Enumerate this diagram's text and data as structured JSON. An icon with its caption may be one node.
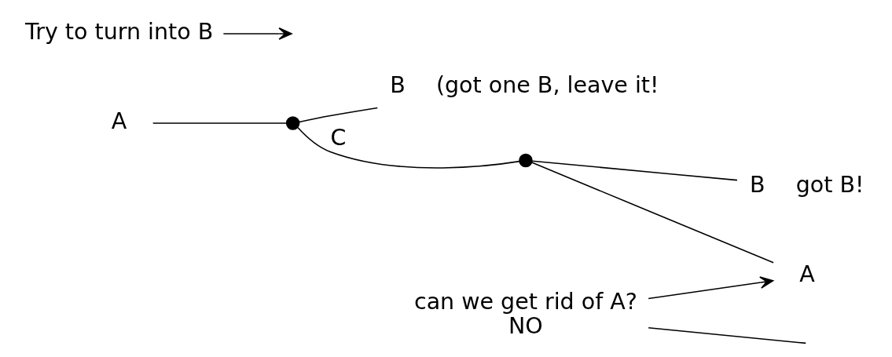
{
  "diagram": {
    "nodes": [
      {
        "text": [
          "A"
        ]
      },
      {
        "text": [],
        "shape": "circle"
      },
      {
        "text": [
          "B"
        ],
        "beside": [
          "(got one B, leave it!"
        ]
      },
      {
        "text": [],
        "shape": "circle"
      },
      {
        "text": [
          "A"
        ]
      },
      {
        "text": [
          "B"
        ],
        "beside": [
          "got B!"
        ]
      },
      {
        "text": [
          "can we get rid of A?",
          "NO"
        ]
      },
      {
        "text": [
          "Try to turn into B"
        ]
      }
    ],
    "edges": [
      {
        "from": 0,
        "to": 1,
        "arrow": "none"
      },
      {
        "from": 1,
        "to": 2,
        "arrow": "none"
      },
      {
        "from": 1,
        "to": 3,
        "arrow": "none",
        "label": "C"
      },
      {
        "from": 3,
        "to": 4,
        "arrow": "none"
      },
      {
        "from": 3,
        "to": 5,
        "arrow": "none"
      },
      {
        "from": 6,
        "to": 4,
        "arrow": "to"
      },
      {
        "from": 7,
        "to": null,
        "arrow": "to"
      },
      {
        "from": 6,
        "to": null,
        "arrow": "none"
      }
    ]
  }
}
